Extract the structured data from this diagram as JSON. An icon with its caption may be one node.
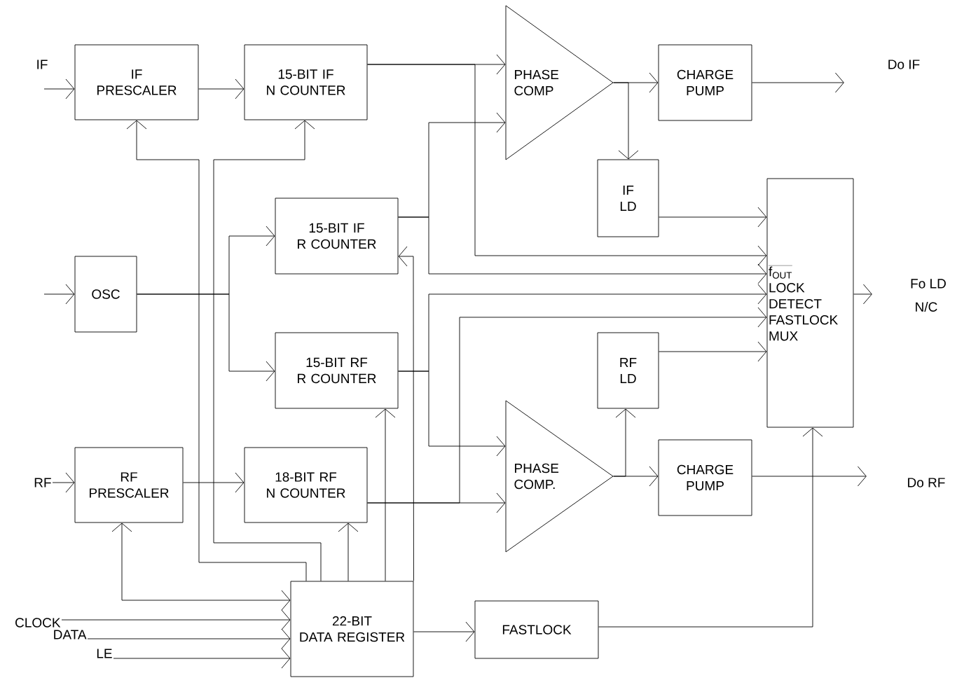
{
  "diagram": {
    "nodes": [
      {
        "text": [
          "IF PRESCALER"
        ]
      },
      {
        "text": [
          "15-BIT IF N COUNTER"
        ]
      },
      {
        "text": [
          "PHASE COMP"
        ]
      },
      {
        "text": [
          "CHARGE PUMP"
        ]
      },
      {
        "text": [
          "IF LD"
        ]
      },
      {
        "text": [
          "15-BIT IF R COUNTER"
        ]
      },
      {
        "text": [
          "OSC"
        ]
      },
      {
        "text": [
          "15-BIT RF R COUNTER"
        ]
      },
      {
        "text": [
          "f$_{OUT}$",
          "LOCK DETECT FASTLOCK MUX"
        ]
      },
      {
        "text": [
          "RF LD"
        ]
      },
      {
        "text": [
          "PHASE COMP."
        ]
      },
      {
        "text": [
          "CHARGE PUMP"
        ]
      },
      {
        "text": [
          "RF PRESCALER"
        ]
      },
      {
        "text": [
          "18-BIT RF N COUNTER"
        ]
      },
      {
        "text": [
          "22-BIT DATA REGISTER"
        ]
      },
      {
        "text": [
          "FASTLOCK"
        ]
      },
      {
        "text": [
          "RF"
        ]
      },
      {
        "text": [
          "CLOCK"
        ]
      },
      {
        "text": [
          "DATA"
        ]
      },
      {
        "text": [
          "LE"
        ]
      }
    ],
    "edges": [
      {
        "from": null,
        "to": 0,
        "arrow": "to"
      },
      {
        "from": 0,
        "to": 1,
        "arrow": "to"
      },
      {
        "from": 1,
        "to": 2,
        "arrow": "to"
      },
      {
        "from": 1,
        "to": 8,
        "arrow": "to"
      },
      {
        "from": 5,
        "to": 2,
        "arrow": "to"
      },
      {
        "from": 5,
        "to": 8,
        "arrow": "to"
      },
      {
        "from": 2,
        "to": 3,
        "arrow": "to"
      },
      {
        "from": 2,
        "to": 4,
        "arrow": "to"
      },
      {
        "from": 3,
        "to": null,
        "arrow": "to"
      },
      {
        "from": 4,
        "to": 8,
        "arrow": "to"
      },
      {
        "from": null,
        "to": 6,
        "arrow": "to"
      },
      {
        "from": 6,
        "to": 5,
        "arrow": "to"
      },
      {
        "from": 6,
        "to": 7,
        "arrow": "to"
      },
      {
        "from": 7,
        "to": 10,
        "arrow": "to"
      },
      {
        "from": 7,
        "to": 8,
        "arrow": "to"
      },
      {
        "from": 13,
        "to": 10,
        "arrow": "to"
      },
      {
        "from": 13,
        "to": 8,
        "arrow": "to"
      },
      {
        "from": 10,
        "to": 11,
        "arrow": "to"
      },
      {
        "from": 10,
        "to": 9,
        "arrow": "to"
      },
      {
        "from": 11,
        "to": null,
        "arrow": "to"
      },
      {
        "from": 9,
        "to": 8,
        "arrow": "to"
      },
      {
        "from": 8,
        "to": null,
        "arrow": "to"
      },
      {
        "from": 16,
        "to": 12,
        "arrow": "to"
      },
      {
        "from": 12,
        "to": 13,
        "arrow": "to"
      },
      {
        "from": 14,
        "to": 0,
        "arrow": "to"
      },
      {
        "from": 14,
        "to": 1,
        "arrow": "to"
      },
      {
        "from": 14,
        "to": 13,
        "arrow": "to"
      },
      {
        "from": 14,
        "to": 7,
        "arrow": "to"
      },
      {
        "from": 14,
        "to": 5,
        "arrow": "to"
      },
      {
        "from": 14,
        "to": 12,
        "arrow": "both"
      },
      {
        "from": 17,
        "to": 14,
        "arrow": "to"
      },
      {
        "from": 18,
        "to": 14,
        "arrow": "to"
      },
      {
        "from": 19,
        "to": 14,
        "arrow": "to"
      },
      {
        "from": 14,
        "to": 15,
        "arrow": "to"
      },
      {
        "from": 15,
        "to": 8,
        "arrow": "to"
      }
    ],
    "labels": [
      "IF",
      "Do IF",
      "Fo LD",
      "N/C",
      "Do RF"
    ]
  }
}
